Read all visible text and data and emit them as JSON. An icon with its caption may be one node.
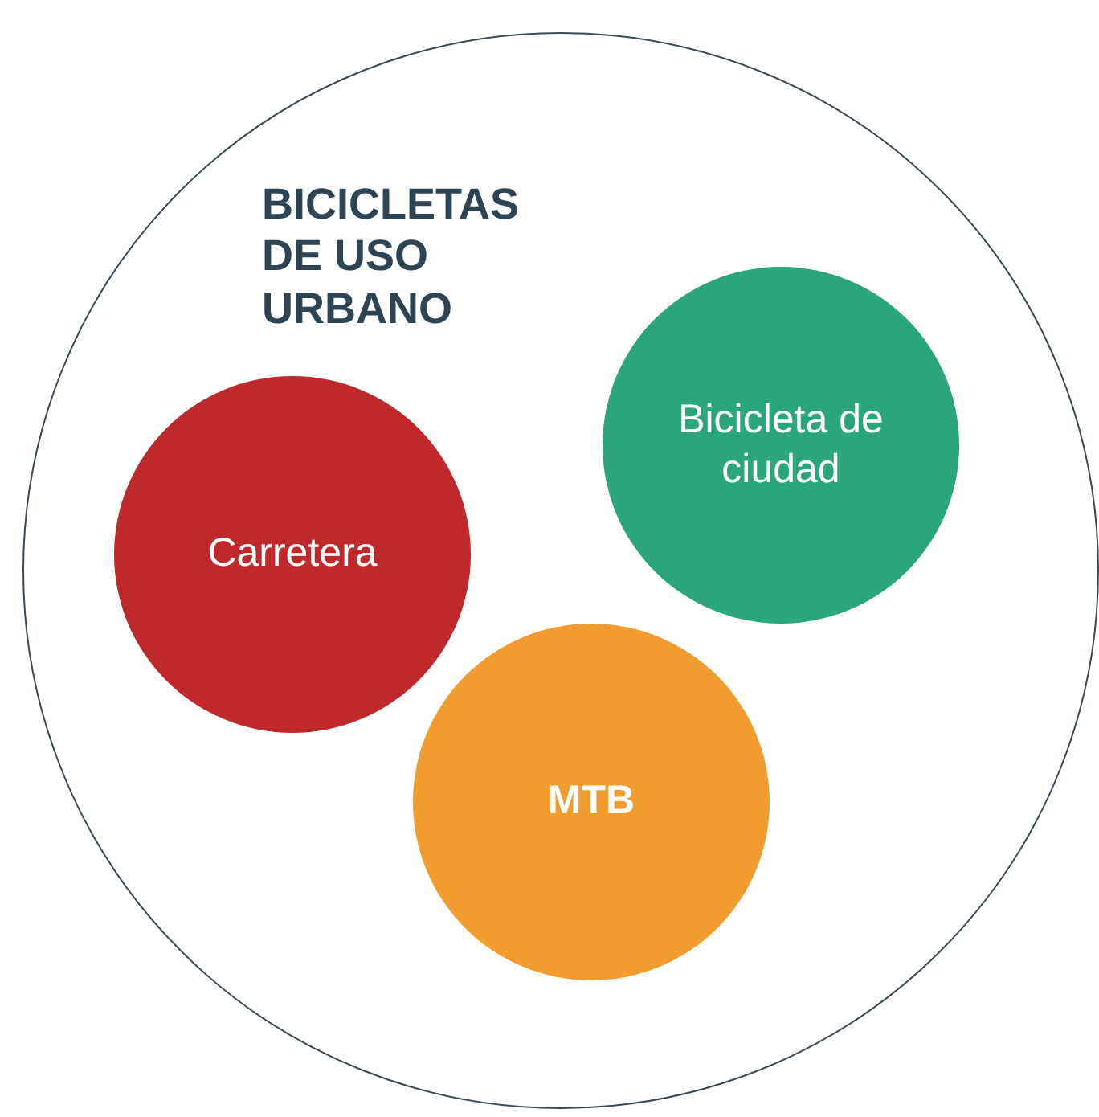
{
  "diagram": {
    "nodes": [
      {
        "text": [
          "BICICLETAS DE USO URBANO"
        ]
      },
      {
        "text": [
          "Bicicleta de ciudad"
        ],
        "in": 0
      },
      {
        "text": [
          "Carretera"
        ],
        "in": 0
      },
      {
        "text": [
          "MTB"
        ],
        "in": 0
      }
    ]
  }
}
